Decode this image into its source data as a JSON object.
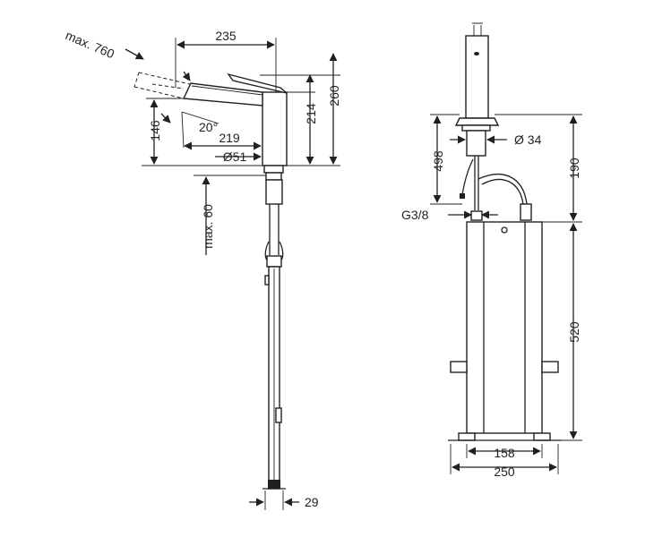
{
  "diagram": {
    "colors": {
      "line": "#231f20",
      "background": "#ffffff"
    },
    "side_view": {
      "pullout": "max. 760",
      "spout_width": "235",
      "spout_reach": "219",
      "spout_angle": "20°",
      "height_total": "260",
      "height_spout": "214",
      "outlet_height": "146",
      "base_diameter": "Ø51",
      "deck_thickness": "max. 60",
      "hose_width": "29"
    },
    "front_view": {
      "hole_diameter": "Ø 34",
      "hose_length": "498",
      "height_upper": "190",
      "connection": "G3/8",
      "box_height": "520",
      "inner_width": "158",
      "outer_width": "250"
    }
  }
}
